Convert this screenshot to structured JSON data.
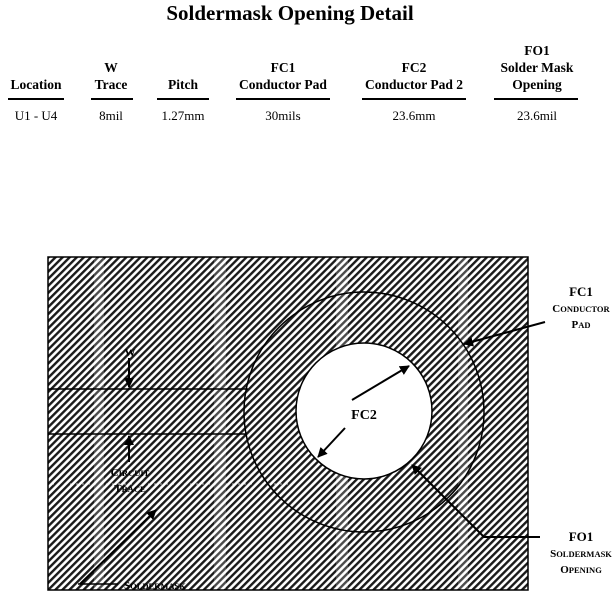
{
  "title": "Soldermask Opening Detail",
  "table": {
    "columns": [
      {
        "id": "location",
        "header": [
          "Location"
        ],
        "value": "U1 - U4"
      },
      {
        "id": "trace",
        "header": [
          "W",
          "Trace"
        ],
        "value": "8mil"
      },
      {
        "id": "pitch",
        "header": [
          "Pitch"
        ],
        "value": "1.27mm"
      },
      {
        "id": "fc1",
        "header": [
          "FC1",
          "Conductor Pad"
        ],
        "value": "30mils"
      },
      {
        "id": "fc2",
        "header": [
          "FC2",
          "Conductor Pad 2"
        ],
        "value": "23.6mm"
      },
      {
        "id": "fo1",
        "header": [
          "FO1",
          "Solder Mask",
          "Opening"
        ],
        "value": "23.6mil"
      }
    ]
  },
  "diagram": {
    "labels": {
      "fc1_code": "FC1",
      "fc1_cap1": "C",
      "fc1_small1": "ONDUCTOR",
      "fc1_cap2": "P",
      "fc1_small2": "AD",
      "fc2": "FC2",
      "w": "W",
      "circuit_cap": "C",
      "circuit_small": "IRCUIT",
      "trace_cap": "T",
      "trace_small": "RACE",
      "fo1_code": "FO1",
      "sm_cap": "S",
      "sm_small": "OLDERMASK",
      "op_cap": "O",
      "op_small": "PENING",
      "soldermask_cap": "S",
      "soldermask_small": "OLDERMASK"
    }
  }
}
